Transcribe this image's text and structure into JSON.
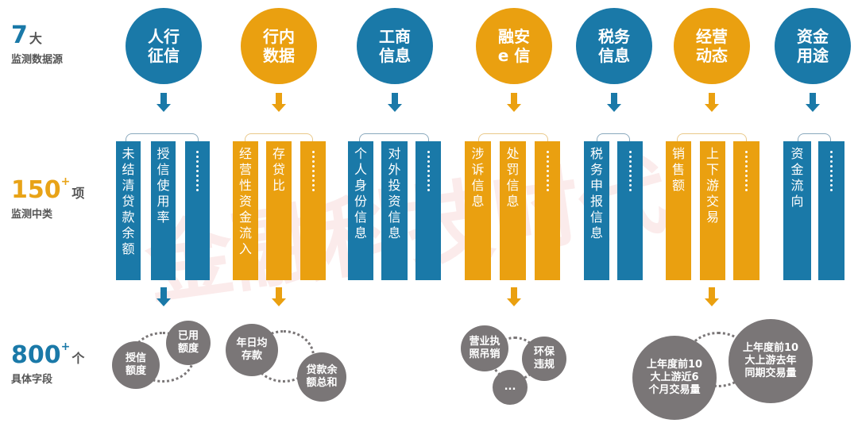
{
  "colors": {
    "blue": "#1a79a8",
    "orange": "#eaa010",
    "gray": "#7a7677",
    "num_blue": "#1a79a8",
    "num_orange": "#e8a317",
    "label_gray": "#555555"
  },
  "levels": [
    {
      "number": "7",
      "sup": "",
      "unit": "大",
      "caption": "监测数据源"
    },
    {
      "number": "150",
      "sup": "+",
      "unit": "项",
      "caption": "监测中类"
    },
    {
      "number": "800",
      "sup": "+",
      "unit": "个",
      "caption": "具体字段"
    }
  ],
  "sources": [
    {
      "label": "人行\n征信",
      "color": "blue"
    },
    {
      "label": "行内\n数据",
      "color": "orange"
    },
    {
      "label": "工商\n信息",
      "color": "blue"
    },
    {
      "label": "融安\ne 信",
      "color": "orange"
    },
    {
      "label": "税务\n信息",
      "color": "blue"
    },
    {
      "label": "经营\n动态",
      "color": "orange"
    },
    {
      "label": "资金\n用途",
      "color": "blue"
    }
  ],
  "categories": [
    {
      "source": "人行征信",
      "items": [
        "未结清贷款余额",
        "授信使用率",
        "……"
      ]
    },
    {
      "source": "行内数据",
      "items": [
        "经营性资金流入",
        "存贷比",
        "……"
      ]
    },
    {
      "source": "工商信息",
      "items": [
        "个人身份信息",
        "对外投资信息",
        "……"
      ]
    },
    {
      "source": "融安e信",
      "items": [
        "涉诉信息",
        "处罚信息",
        "……"
      ]
    },
    {
      "source": "税务信息",
      "items": [
        "税务申报信息",
        "……"
      ]
    },
    {
      "source": "经营动态",
      "items": [
        "销售额",
        "上下游交易",
        "……"
      ]
    },
    {
      "source": "资金用途",
      "items": [
        "资金流向",
        "……"
      ]
    }
  ],
  "fields": {
    "group1": [
      "授信\n额度",
      "已用\n额度"
    ],
    "group2": [
      "年日均\n存款",
      "贷款余\n额总和"
    ],
    "group3": [
      "营业执\n照吊销",
      "环保\n违规",
      "..."
    ],
    "group4": [
      "上年度前10\n大上游近6\n个月交易量",
      "上年度前10\n大上游去年\n同期交易量"
    ]
  },
  "watermark": "金融科技时代"
}
